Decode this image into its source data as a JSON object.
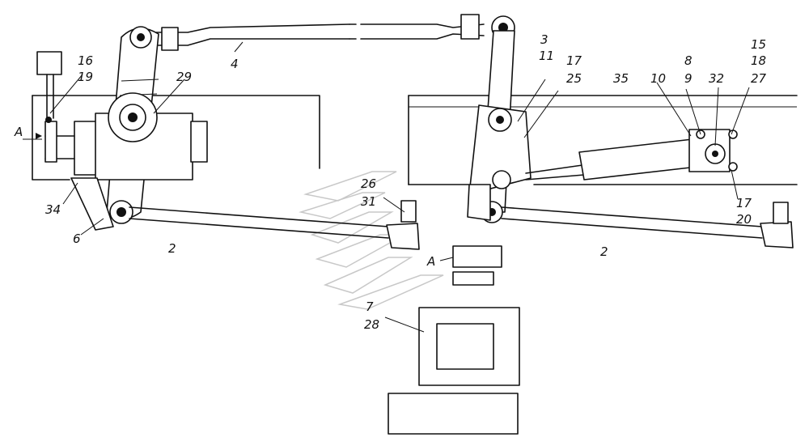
{
  "labels": {
    "n16": "16",
    "n19": "19",
    "n29": "29",
    "n4": "4",
    "n3": "3",
    "n11": "11",
    "n17a": "17",
    "n25": "25",
    "n35": "35",
    "n10": "10",
    "n8": "8",
    "n9": "9",
    "n32": "32",
    "n15": "15",
    "n18": "18",
    "n27": "27",
    "n17b": "17",
    "n20": "20",
    "n26": "26",
    "n31": "31",
    "n34": "34",
    "n6": "6",
    "n2a": "2",
    "n2b": "2",
    "n7": "7",
    "n28": "28",
    "viewA_arrow": "A",
    "viewA_detail": "A"
  }
}
